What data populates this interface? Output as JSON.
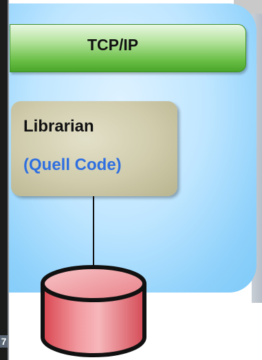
{
  "diagram": {
    "tcp_bar": {
      "label": "TCP/IP"
    },
    "librarian": {
      "title": "Librarian",
      "subtitle": "(Quell Code)"
    },
    "left_strip": {
      "number": "7"
    }
  },
  "colors": {
    "panel_blue": "#8ed1fb",
    "tcp_green": "#6cc048",
    "librarian_tan": "#cfcbab",
    "subtitle_blue": "#2f6fe0",
    "database_red": "#e0535e"
  },
  "icons": {
    "database": "database-cylinder-icon"
  }
}
